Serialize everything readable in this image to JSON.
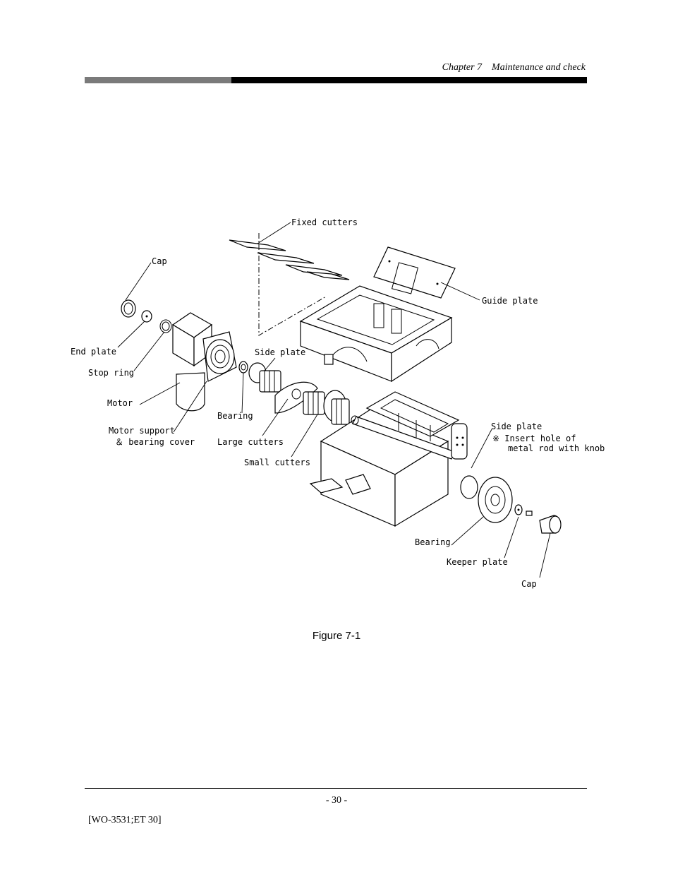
{
  "header": {
    "chapter": "Chapter 7    Maintenance and check"
  },
  "figure": {
    "labels": {
      "fixed_cutters": "Fixed cutters",
      "cap_left": "Cap",
      "guide_plate": "Guide plate",
      "end_plate": "End plate",
      "side_plate_top": "Side plate",
      "stop_ring": "Stop ring",
      "motor": "Motor",
      "bearing_left": "Bearing",
      "motor_support_1": "Motor support",
      "motor_support_2": "＆ bearing cover",
      "large_cutters": "Large cutters",
      "small_cutters": "Small cutters",
      "side_plate_right": "Side plate",
      "note_1": "※ Insert hole of",
      "note_2": "metal rod with knob",
      "bearing_right": "Bearing",
      "keeper_plate": "Keeper plate",
      "cap_right": "Cap"
    },
    "caption": "Figure 7-1"
  },
  "footer": {
    "page_number": "- 30 -",
    "doc_code": "[WO-3531;ET 30]"
  }
}
